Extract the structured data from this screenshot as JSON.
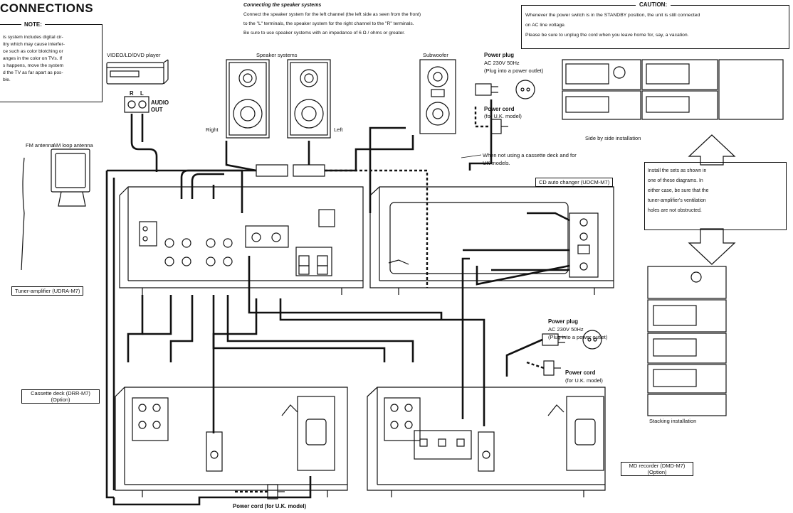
{
  "heading": "CONNECTIONS",
  "note": {
    "title": "NOTE:",
    "lines": [
      "is system includes digital cir-",
      "itry which may cause interfer-",
      "ce such as color blotching or",
      "anges in the color on TVs. If",
      "s happens, move the system",
      "d the TV as far apart as pos-",
      "ble."
    ]
  },
  "speaker_connect": {
    "title": "Connecting the speaker systems",
    "lines": [
      "Connect the speaker system for the left channel (the left side as seen from the front)",
      "to the \"L\" terminals, the speaker system for the right channel to the \"R\" terminals.",
      "Be sure to use speaker systems with an impedance of 6 Ω / ohms or greater."
    ]
  },
  "caution": {
    "title": "CAUTION:",
    "lines": [
      "Whenever the power switch is in the STANDBY position, the unit is still connected",
      "on AC line voltage.",
      "Please be sure to unplug the cord when you leave home for, say, a vacation."
    ]
  },
  "labels": {
    "video_player": "VIDEO/LD/DVD player",
    "audio_out": "AUDIO",
    "audio_out2": "OUT",
    "r": "R",
    "l": "L",
    "speaker_systems": "Speaker systems",
    "right": "Right",
    "left": "Left",
    "subwoofer": "Subwoofer",
    "power_plug_top": "Power plug",
    "ac_top": "AC 230V 50Hz",
    "plug_into_top": "(Plug into a power outlet)",
    "power_cord_top": "Power cord",
    "uk_top": "(for U.K. model)",
    "fm_antenna": "FM antenna",
    "am_antenna": "AM loop antenna",
    "not_using": "When not using a cassette deck and for",
    "uk_models": "UK models.",
    "tuner": "Tuner-amplifier (UDRA-M7)",
    "cd_changer": "CD auto changer (UDCM-M7)",
    "cassette": "Cassette deck (DRR-M7)",
    "cassette_opt": "(Option)",
    "md_recorder": "MD recorder (DMD-M7)",
    "md_opt": "(Option)",
    "power_plug_mid": "Power plug",
    "ac_mid": "AC 230V 50Hz",
    "plug_into_mid": "(Plug into a power outlet)",
    "power_cord_mid": "Power cord",
    "uk_mid": "(for U.K. model)",
    "power_cord_bottom": "Power cord (for U.K. model)",
    "side_by_side": "Side by side installation",
    "stacking": "Stacking installation"
  },
  "install_note": [
    "Install the sets as shown in",
    "one of these diagrams. In",
    "either case, be sure that the",
    "tuner-amplifier's ventilation",
    "holes are not obstructed."
  ]
}
